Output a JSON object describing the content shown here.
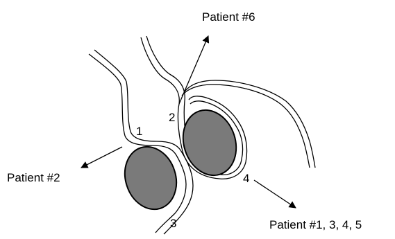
{
  "labels": {
    "patient_6": "Patient #6",
    "patient_2": "Patient #2",
    "patient_1345": "Patient #1, 3, 4, 5"
  },
  "numbers": {
    "n1": "1",
    "n2": "2",
    "n3": "3",
    "n4": "4"
  },
  "colors": {
    "stroke": "#000000",
    "ellipse_fill": "#7a7a7a",
    "background": "#ffffff"
  }
}
